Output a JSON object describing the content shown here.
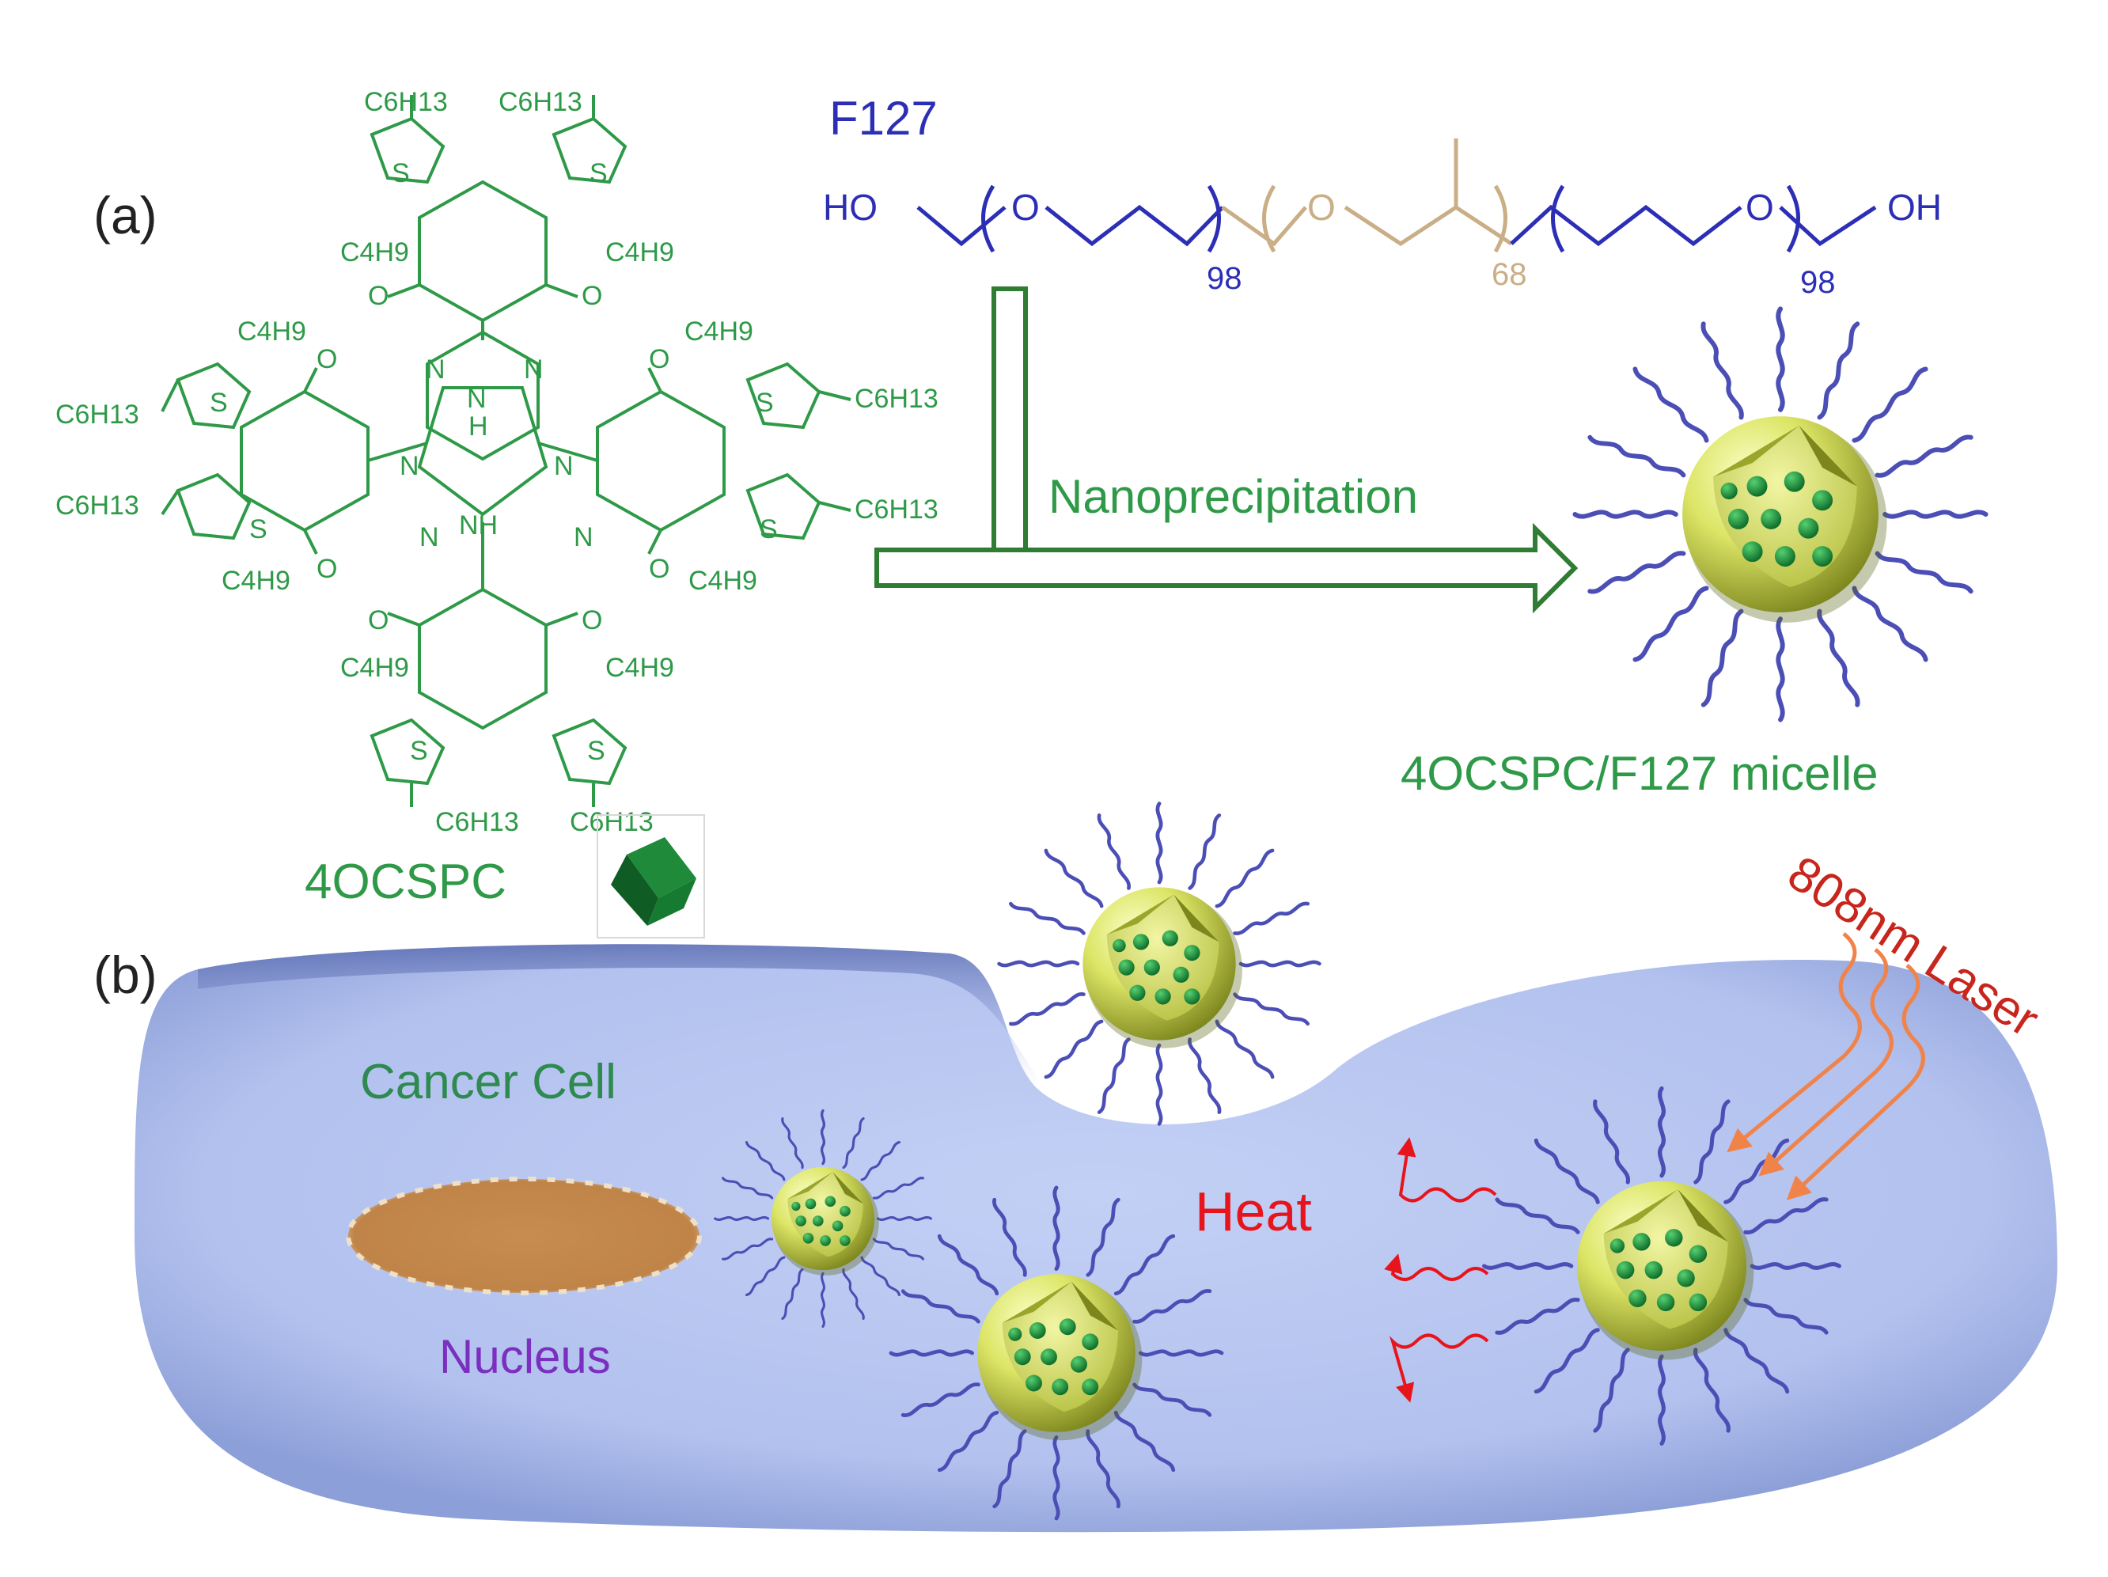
{
  "panels": {
    "a": "(a)",
    "b": "(b)"
  },
  "f127": {
    "title": "F127",
    "ho": "HO",
    "oh": "OH",
    "o": "O",
    "repeat_1": "98",
    "repeat_2": "68",
    "repeat_3": "98"
  },
  "molecule": {
    "name": "4OCSPC",
    "c6h13": "C6H13",
    "c4h9": "C4H9",
    "s": "S",
    "o": "O",
    "n": "N",
    "nh": "NH",
    "h": "H"
  },
  "process": {
    "label": "Nanoprecipitation"
  },
  "micelle": {
    "label": "4OCSPC/F127 micelle"
  },
  "cell": {
    "cancer_cell": "Cancer Cell",
    "nucleus": "Nucleus",
    "heat": "Heat",
    "laser": "808nm Laser"
  },
  "colors": {
    "molecule_green": "#2e9a48",
    "f127_blue": "#2c2fb5",
    "ppo_tan": "#c9ae86",
    "heat_red": "#e8141c",
    "laser_red": "#c8251c",
    "laser_arrow": "#f0834a",
    "cell_fill": "#b4c3ef",
    "nucleus_fill": "#c48a4e",
    "micelle_yellow": "#dde667",
    "nucleus_text": "#7b2fbf"
  }
}
